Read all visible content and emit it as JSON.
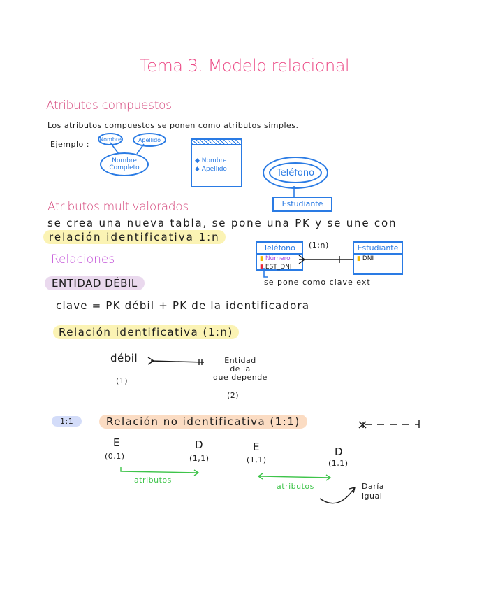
{
  "title": "Tema 3. Modelo relacional",
  "sections": {
    "compuestos": {
      "heading": "Atributos compuestos",
      "text": "Los atributos compuestos se ponen como atributos simples.",
      "example_label": "Ejemplo :",
      "diagram": {
        "attr1": "Nombre",
        "attr2": "Apellido",
        "composite": [
          "Nombre",
          "Completo"
        ],
        "table_items": [
          "Nombre",
          "Apellido"
        ],
        "multivalued": "Teléfono",
        "entity": "Estudiante"
      }
    },
    "multivalorados": {
      "heading": "Atributos multivalorados",
      "line1": "se crea una nueva tabla, se pone una PK y se une con",
      "line2": "relación identificativa 1:n",
      "diagram": {
        "left_table": {
          "name": "Teléfono",
          "rows": [
            {
              "key": "yellow",
              "label": "Número"
            },
            {
              "key": "red",
              "label": "EST_DNI"
            }
          ]
        },
        "cardinality": "(1:n)",
        "right_table": {
          "name": "Estudiante",
          "rows": [
            {
              "key": "yellow",
              "label": "DNI"
            }
          ]
        },
        "note": "se pone como clave ext"
      }
    },
    "relaciones": {
      "heading": "Relaciones",
      "entidad_debil": "ENTIDAD DÉBIL",
      "clave": "clave = PK débil  + PK de la identificadora",
      "rel_ident": "Relación identificativa (1:n)",
      "weak_label": "débil",
      "weak_num": "(1)",
      "strong_label": [
        "Entidad",
        "de la",
        "que depende"
      ],
      "strong_num": "(2)",
      "badge": "1:1",
      "rel_no_ident": "Relación no identificativa (1:1)",
      "left_pair": {
        "e": "E",
        "d": "D",
        "e_card": "(0,1)",
        "d_card": "(1,1)",
        "arrow_label": "atributos"
      },
      "right_pair": {
        "e": "E",
        "d": "D",
        "e_card": "(1,1)",
        "d_card": "(1,1)",
        "arrow_label": "atributos"
      },
      "side_note": [
        "Daría",
        "igual"
      ]
    }
  },
  "colors": {
    "title": "#ec4d88",
    "heading_pink": "#d64a7e",
    "heading_purple": "#c04bd6",
    "diagram_blue": "#2a7be4",
    "arrow_green": "#3ec44a",
    "highlight_yellow": "#fbf3b4",
    "highlight_lilac": "#ead9ee",
    "highlight_peach": "#fbdcc3",
    "highlight_blue": "#d3dcf9"
  }
}
